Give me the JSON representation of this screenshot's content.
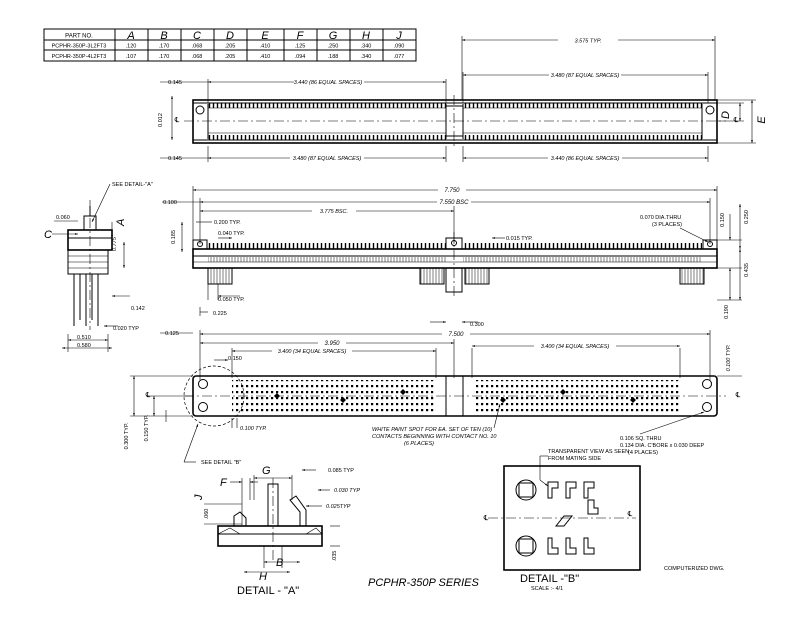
{
  "table": {
    "headers": [
      "PART NO.",
      "A",
      "B",
      "C",
      "D",
      "E",
      "F",
      "G",
      "H",
      "J"
    ],
    "rows": [
      [
        "PCPHR-350P-3L2FT3",
        ".120",
        ".170",
        ".068",
        ".205",
        ".410",
        ".125",
        ".250",
        ".340",
        ".090"
      ],
      [
        "PCPHR-350P-4L2FT3",
        ".107",
        ".170",
        ".068",
        ".205",
        ".410",
        ".094",
        ".188",
        ".340",
        ".077"
      ]
    ]
  },
  "top_view": {
    "d_overall_typ": "3.575 TYP.",
    "d_left_top": "3.440 (86 EQUAL SPACES)",
    "d_right_top": "3.480 (87 EQUAL SPACES)",
    "d_left_bot": "3.480 (87 EQUAL SPACES)",
    "d_right_bot": "3.440 (86 EQUAL SPACES)",
    "d_0145_top": "0.145",
    "d_0145_bot": "0.145",
    "d_0012": "0.012",
    "label_d": "D",
    "label_e": "E",
    "cl": "℄"
  },
  "front_view": {
    "d_7750": "7.750",
    "d_7550": "7.550 BSC",
    "d_3775": "3.775 BSC.",
    "d_0100": "0.100",
    "d_0200": "0.200 TYP.",
    "d_0040": "0.040 TYP.",
    "d_0015": "0.015 TYP.",
    "d_0185": "0.185",
    "d_0070": "0.070 DIA.THRU",
    "d_0070b": "(3 PLACES)",
    "d_0150": "0.150",
    "d_0250": "0.250",
    "d_0435": "0.435",
    "d_0190": "0.190",
    "d_0050": "0.050 TYP.",
    "d_0225": "0.225",
    "d_0300": "0.300"
  },
  "side_view": {
    "see_detail_a": "SEE DETAIL-\"A\"",
    "label_c": "C",
    "label_a": "A",
    "d_0060": "0.060",
    "d_0775": "0.775",
    "d_0142": "0.142",
    "d_0020": "0.020 TYP",
    "d_0510": "0.510",
    "d_0580": "0.580"
  },
  "bottom_view": {
    "d_0125": "0.125",
    "d_7500": "7.500",
    "d_3950": "3.950",
    "d_3400_left": "3.400 (34 EQUAL SPACES)",
    "d_3400_right": "3.400 (34 EQUAL SPACES)",
    "d_0150": "0.150",
    "d_0100_typ_v": "0.100 TYP.",
    "d_0100_typ": "0.100 TYP.",
    "d_0150_typ": "0.150 TYP.",
    "d_0300_typ": "0.300 TYP.",
    "see_detail_b": "SEE DETAIL \"B\"",
    "note_paint_1": "WHITE PAINT SPOT FOR EA. SET OF TEN (10)",
    "note_paint_2": "CONTACTS BEGINNING WITH CONTACT NO. 10",
    "note_paint_3": "(6 PLACES)",
    "note_sq_1": "0.106 SQ. THRU",
    "note_sq_2": "0.134 DIA. C'BORE x 0.030 DEEP",
    "note_sq_3": "(4 PLACES)"
  },
  "detail_a": {
    "label_f": "F",
    "label_g": "G",
    "label_j": "J",
    "label_h": "H",
    "label_b": "B",
    "d_0085": "0.085 TYP",
    "d_0030": "0.030 TYP",
    "d_0025": "0.025TYP",
    "d_060": ".060",
    "d_035": ".035",
    "title": "DETAIL - \"A\""
  },
  "detail_b": {
    "note_1": "TRANSPARENT VIEW AS SEEN",
    "note_2": "FROM MATING SIDE",
    "title": "DETAIL -\"B\"",
    "scale": "SCALE :- 4/1"
  },
  "series_title": "PCPHR-350P SERIES",
  "computerized": "COMPUTERIZED DWG."
}
